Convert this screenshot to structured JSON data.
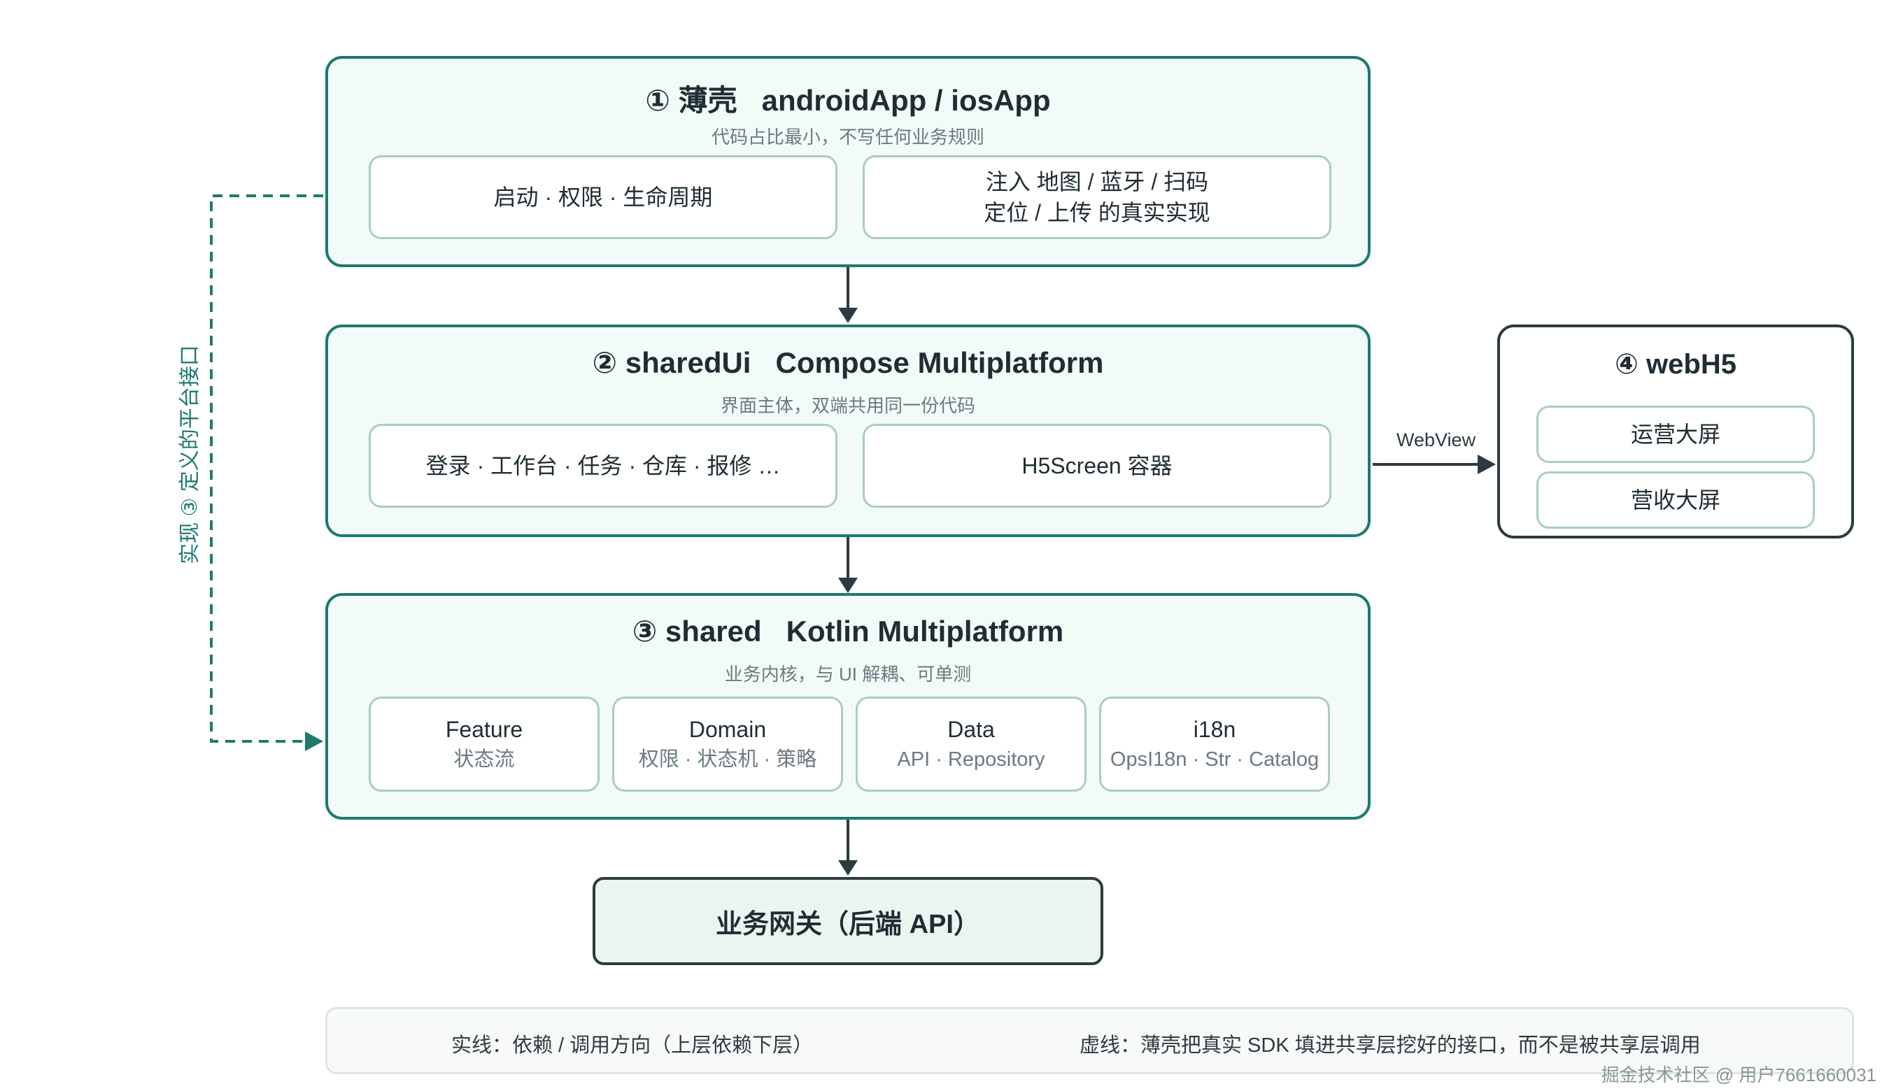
{
  "layers": {
    "shell": {
      "title": "① 薄壳   androidApp / iosApp",
      "subtitle": "代码占比最小，不写任何业务规则",
      "boxes": [
        {
          "lines": [
            "启动 · 权限 · 生命周期"
          ]
        },
        {
          "lines": [
            "注入 地图 / 蓝牙 / 扫码",
            "定位 / 上传 的真实实现"
          ]
        }
      ]
    },
    "shared_ui": {
      "title": "② sharedUi   Compose Multiplatform",
      "subtitle": "界面主体，双端共用同一份代码",
      "boxes": [
        {
          "lines": [
            "登录 · 工作台 · 任务 · 仓库 · 报修 …"
          ]
        },
        {
          "lines": [
            "H5Screen 容器"
          ]
        }
      ]
    },
    "shared": {
      "title": "③ shared   Kotlin Multiplatform",
      "subtitle": "业务内核，与 UI 解耦、可单测",
      "modules": [
        {
          "name": "Feature",
          "detail": "状态流"
        },
        {
          "name": "Domain",
          "detail": "权限 · 状态机 · 策略"
        },
        {
          "name": "Data",
          "detail": "API · Repository"
        },
        {
          "name": "i18n",
          "detail": "OpsI18n · Str · Catalog"
        }
      ]
    }
  },
  "web_h5": {
    "title": "④ webH5",
    "items": [
      "运营大屏",
      "营收大屏"
    ]
  },
  "gateway": {
    "label": "业务网关（后端 API）"
  },
  "edges": {
    "webview_label": "WebView",
    "implement_label": "实现 ③ 定义的平台接口"
  },
  "legend": {
    "solid": "实线：依赖 / 调用方向（上层依赖下层）",
    "dashed": "虚线：薄壳把真实 SDK 填进共享层挖好的接口，而不是被共享层调用"
  },
  "watermark": "掘金技术社区 @ 用户7661660031",
  "colors": {
    "teal": "#1d7a6e",
    "dark": "#2d3b40",
    "layer_fill": "#f3fbf9"
  }
}
